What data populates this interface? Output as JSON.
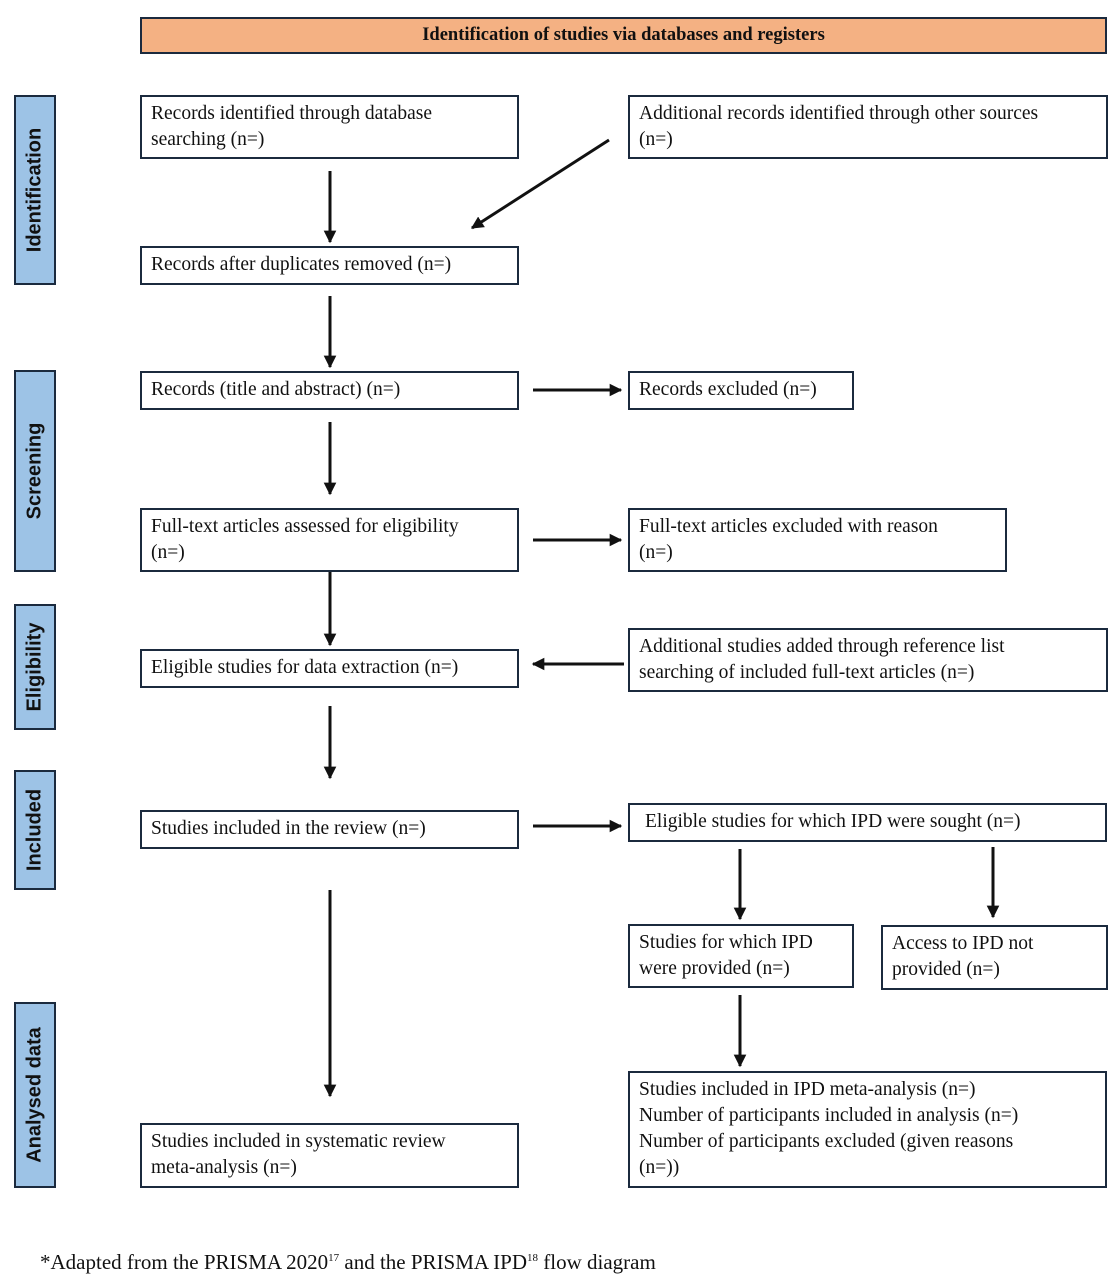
{
  "header": {
    "title": "Identification  of studies via databases and registers"
  },
  "stages": {
    "identification": "Identification",
    "screening": "Screening",
    "eligibility": "Eligibility",
    "included": "Included",
    "analysed": "Analysed data"
  },
  "boxes": {
    "records_identified": {
      "line1": "Records identified through database",
      "line2": "searching  (n=)"
    },
    "additional_records": {
      "line1": "Additional  records  identified  through  other  sources",
      "line2": "(n=)"
    },
    "after_duplicates": {
      "line1": "Records after duplicates removed  (n=)"
    },
    "title_abstract": {
      "line1": "Records  (title and abstract)  (n=)"
    },
    "records_excluded": {
      "line1": "Records excluded  (n=)"
    },
    "full_text_assessed": {
      "line1": "Full-text articles assessed  for eligibility",
      "line2": "(n=)"
    },
    "full_text_excluded": {
      "line1": "Full-text articles excluded  with reason",
      "line2": "(n=)"
    },
    "eligible_extraction": {
      "line1": "Eligible studies for data extraction  (n=)"
    },
    "additional_studies": {
      "line1": "Additional  studies  added through reference  list",
      "line2": "searching  of included  full-text articles (n=)"
    },
    "included_review": {
      "line1": "Studies included  in  the review (n=)"
    },
    "ipd_sought": {
      "line1": "Eligible studies for which IPD were sought (n=)"
    },
    "ipd_provided": {
      "line1": "Studies for which IPD",
      "line2": "were provided  (n=)"
    },
    "ipd_not_provided": {
      "line1": "Access  to IPD not",
      "line2": "provided  (n=)"
    },
    "ipd_meta": {
      "line1": "Studies included in IPD meta-analysis  (n=)",
      "line2": "Number of participants  included  in analysis  (n=)",
      "line3": "Number of participants   excluded  (given reasons",
      "line4": "(n=))"
    },
    "systematic_review": {
      "line1": "Studies included  in systematic  review",
      "line2": "meta-analysis  (n=)"
    }
  },
  "footnote": {
    "part1": "*Adapted from the PRISMA 2020",
    "ref1": "17",
    "part2": " and the PRISMA IPD",
    "ref2": "18",
    "part3": " flow diagram"
  }
}
